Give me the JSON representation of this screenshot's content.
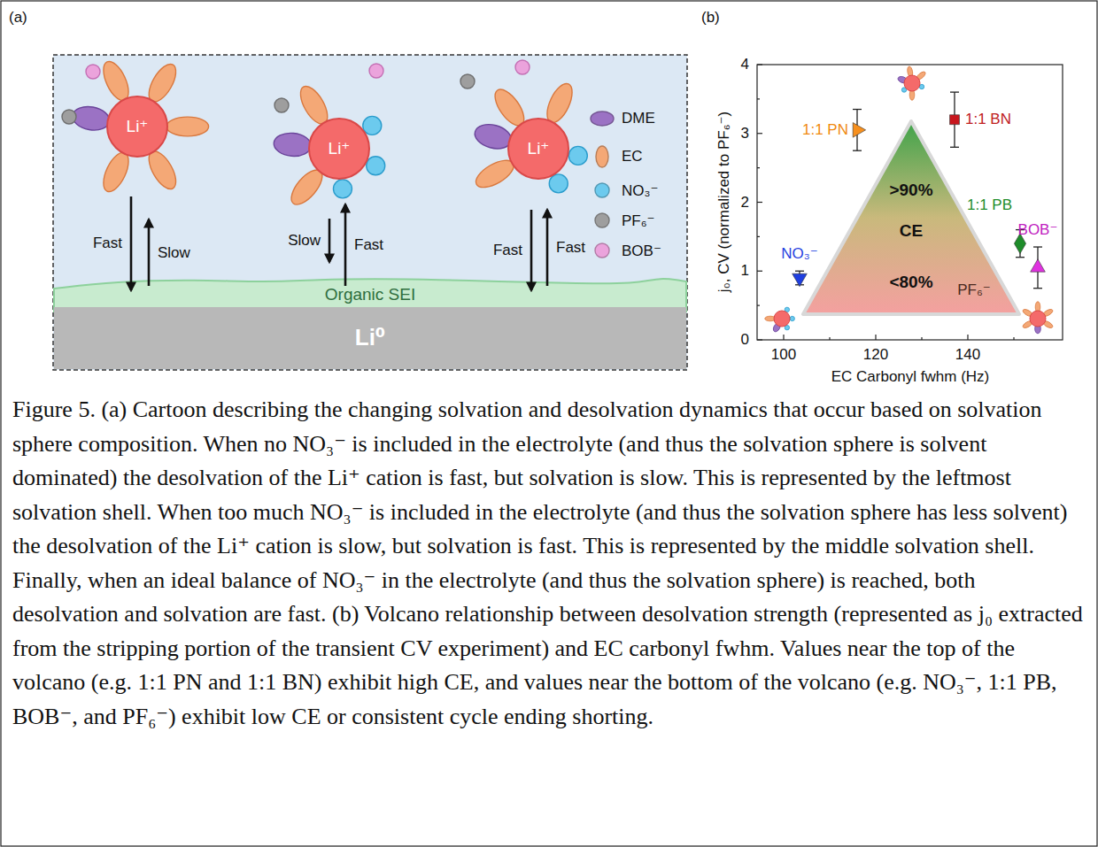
{
  "diagram": {
    "caption": "Figure 5. (a) Cartoon describing the changing solvation and desolvation dynamics that occur based on solvation sphere composition. When no NO₃⁻ is included in the electrolyte (and thus the solvation sphere is solvent dominated) the desolvation of the Li⁺ cation is fast, but solvation is slow. This is represented by the leftmost solvation shell. When too much NO₃⁻ is included in the electrolyte (and thus the solvation sphere has less solvent) the desolvation of the Li⁺ cation is slow, but solvation is fast. This is represented by the middle solvation shell. Finally, when an ideal balance of NO₃⁻ in the electrolyte (and thus the solvation sphere) is reached, both desolvation and solvation are fast. (b) Volcano relationship between desolvation strength (represented as j₀ extracted from the stripping portion of the transient CV experiment) and EC carbonyl fwhm. Values near the top of the volcano (e.g. 1:1 PN and 1:1 BN) exhibit high CE, and values near the bottom of the volcano (e.g. NO₃⁻, 1:1 PB, BOB⁻, and PF₆⁻) exhibit low CE or consistent cycle ending shorting.",
    "nodes": [
      {
        "text": [
          "Li⁺"
        ]
      },
      {
        "text": [
          "Li⁺"
        ]
      },
      {
        "text": [
          "Li⁺"
        ]
      },
      {
        "text": [
          "Organic SEI"
        ]
      },
      {
        "text": [
          "Li⁰"
        ]
      },
      {
        "text": [
          ">90%",
          "CE",
          "<80%"
        ]
      }
    ],
    "edges": [
      {
        "from": 0,
        "to": 3,
        "label": "Fast",
        "arrow": "to"
      },
      {
        "from": 3,
        "to": 0,
        "label": "Slow",
        "arrow": "to"
      },
      {
        "from": 1,
        "to": 3,
        "label": "Slow",
        "arrow": "to"
      },
      {
        "from": 3,
        "to": 1,
        "label": "Fast",
        "arrow": "to"
      },
      {
        "from": 2,
        "to": 3,
        "label": "Fast",
        "arrow": "to"
      },
      {
        "from": 3,
        "to": 2,
        "label": "Fast",
        "arrow": "to"
      }
    ],
    "labels": [
      "(a)",
      "(b)",
      "1:1 PN",
      "1:1 BN",
      "1:1 PB",
      "BOB⁻",
      "NO₃⁻",
      "PF₆⁻",
      "0",
      "1",
      "2",
      "3",
      "4",
      "100",
      "120",
      "140",
      "EC Carbonyl fwhm (Hz)",
      "j₀, CV (normalized to PF₆⁻)"
    ],
    "legend": [
      {
        "text": "DME",
        "color": "#9b72c4"
      },
      {
        "text": "EC",
        "color": "#f4a876"
      },
      {
        "text": "NO₃⁻",
        "color": "#6ccaee"
      },
      {
        "text": "PF₆⁻",
        "color": "#9e9e9e"
      },
      {
        "text": "BOB⁻",
        "color": "#eba3dc"
      }
    ]
  }
}
